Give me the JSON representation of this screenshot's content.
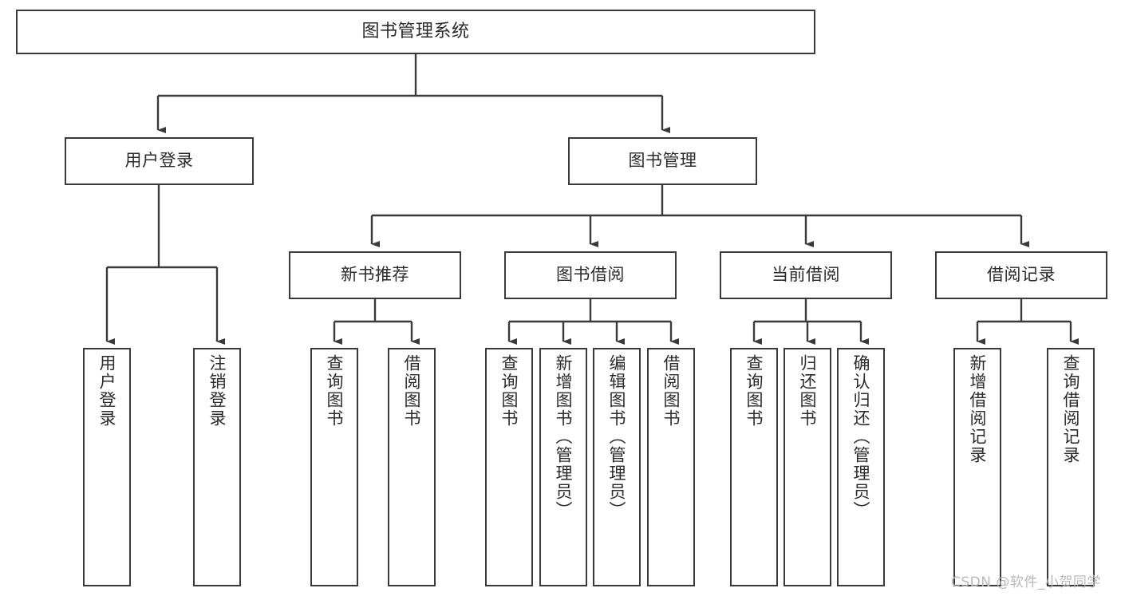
{
  "diagram": {
    "title": "图书管理系统",
    "watermark": "CSDN @软件_小贺同学",
    "line_color": "#3a3a3a",
    "text_color": "#2b2b2b",
    "background": "#ffffff",
    "root": {
      "label": "图书管理系统"
    },
    "level2": [
      {
        "label": "用户登录"
      },
      {
        "label": "图书管理"
      }
    ],
    "level3": [
      {
        "label": "新书推荐"
      },
      {
        "label": "图书借阅"
      },
      {
        "label": "当前借阅"
      },
      {
        "label": "借阅记录"
      }
    ],
    "leaves": [
      {
        "label": "用户登录",
        "parent": "用户登录"
      },
      {
        "label": "注销登录",
        "parent": "用户登录"
      },
      {
        "label": "查询图书",
        "parent": "新书推荐"
      },
      {
        "label": "借阅图书",
        "parent": "新书推荐"
      },
      {
        "label": "查询图书",
        "parent": "图书借阅"
      },
      {
        "label": "新增图书（管理员）",
        "parent": "图书借阅"
      },
      {
        "label": "编辑图书（管理员）",
        "parent": "图书借阅"
      },
      {
        "label": "借阅图书",
        "parent": "图书借阅"
      },
      {
        "label": "查询图书",
        "parent": "当前借阅"
      },
      {
        "label": "归还图书",
        "parent": "当前借阅"
      },
      {
        "label": "确认归还（管理员）",
        "parent": "当前借阅"
      },
      {
        "label": "新增借阅记录",
        "parent": "借阅记录"
      },
      {
        "label": "查询借阅记录",
        "parent": "借阅记录"
      }
    ]
  }
}
